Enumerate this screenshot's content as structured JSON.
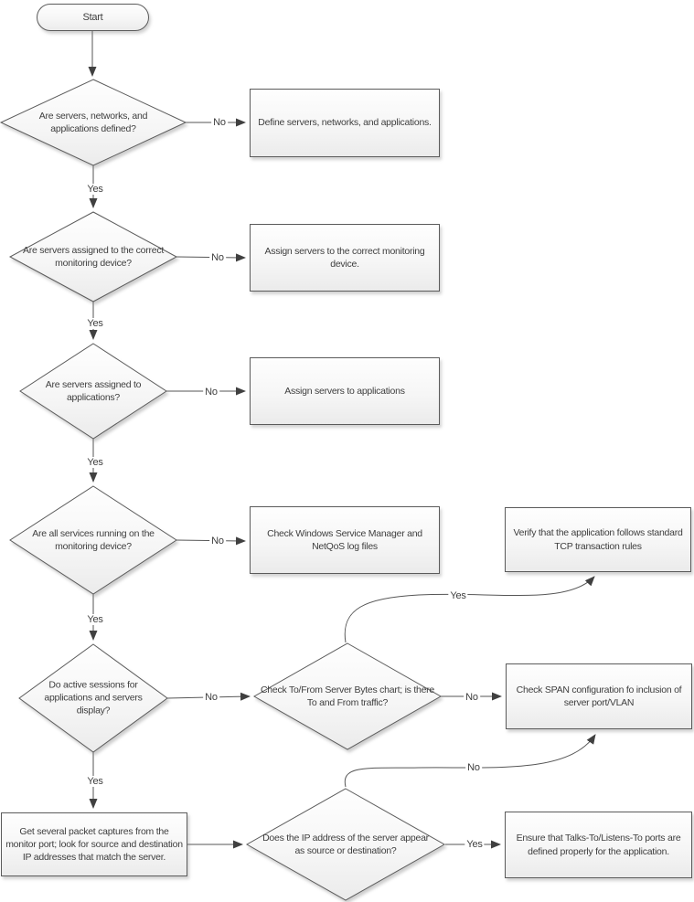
{
  "diagram": {
    "type": "flowchart",
    "nodes": {
      "start": {
        "label": "Start"
      },
      "d1": {
        "label": "Are servers, networks, and applications defined?"
      },
      "r1": {
        "label": "Define servers, networks, and applications."
      },
      "d2": {
        "label": "Are servers assigned to the correct monitoring device?"
      },
      "r2": {
        "label": "Assign servers to the correct monitoring device."
      },
      "d3": {
        "label": "Are servers assigned to applications?"
      },
      "r3": {
        "label": "Assign servers to applications"
      },
      "d4": {
        "label": "Are all services running on the monitoring device?"
      },
      "r4": {
        "label": "Check Windows Service Manager and NetQoS log files"
      },
      "r5": {
        "label": "Verify that the application follows standard TCP transaction rules"
      },
      "d5": {
        "label": "Do active sessions for applications and servers display?"
      },
      "d6": {
        "label": "Check To/From Server Bytes chart; is there To and From traffic?"
      },
      "r6": {
        "label": "Check SPAN configuration fo inclusion of server port/VLAN"
      },
      "r7": {
        "label": "Get several packet captures from the monitor port; look for source and destination IP addresses that match the server."
      },
      "d7": {
        "label": "Does the IP address of the server appear as source or destination?"
      },
      "r8": {
        "label": "Ensure that Talks-To/Listens-To ports are defined properly for the application."
      }
    },
    "edge_labels": {
      "yes": "Yes",
      "no": "No"
    },
    "colors": {
      "shape_stroke": "#5b5b5b",
      "edge_stroke": "#565656",
      "text": "#3e3e3e",
      "fill_top": "#fefefe",
      "fill_bottom": "#ebebeb"
    }
  }
}
